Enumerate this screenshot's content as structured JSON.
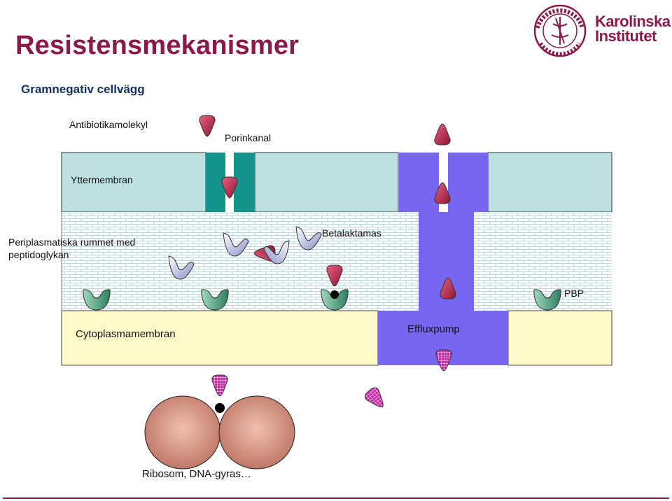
{
  "slide": {
    "title": "Resistensmekanismer",
    "subtitle": "Gramnegativ cellvägg"
  },
  "logo": {
    "seal_text": "KAROLINSKA INSTITUTET · ANNO 1810",
    "line1": "Karolinska",
    "line2": "Institutet"
  },
  "labels": {
    "antibiotic": "Antibiotikamolekyl",
    "porin": "Porinkanal",
    "outer_membrane": "Yttermembran",
    "periplasm_line1": "Periplasmatiska rummet med",
    "periplasm_line2": "peptidoglykan",
    "betalactamase": "Betalaktamas",
    "pbp": "PBP",
    "cytoplasm_membrane": "Cytoplasmamembran",
    "efflux": "Effluxpump",
    "ribosome": "Ribosom, DNA-gyras…"
  },
  "colors": {
    "title": "#8B1A4A",
    "outer_membrane": "#BDE0E3",
    "porin": "#14948C",
    "periplasm_bricks": "#A8C9D8",
    "cytoplasm_membrane": "#FFFAC8",
    "efflux_pump": "#7766F0",
    "antibiotic": "#C03058",
    "modified_antibiotic": "#CC22AA",
    "betalactamase": "#B8C0E0",
    "pbp": "#4DA884",
    "ribosome": "#D49484"
  },
  "icons": {
    "antibiotic": "rounded-triangle",
    "modified_antibiotic": "checkered-rounded-triangle",
    "betalactamase": "v-shaped-enzyme",
    "pbp": "u-shaped-protein",
    "bound_complex": "black-dot"
  }
}
